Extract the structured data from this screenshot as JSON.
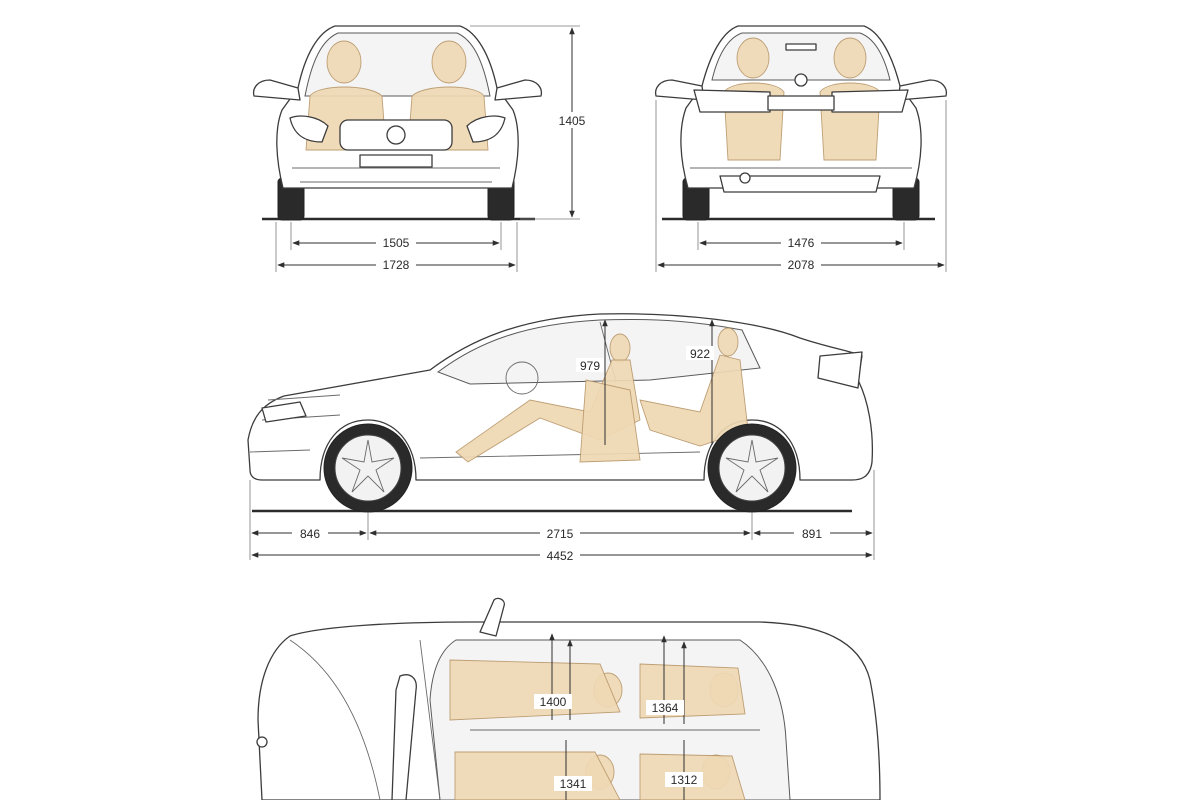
{
  "front_view": {
    "height": "1405",
    "track": "1505",
    "width": "1728"
  },
  "rear_view": {
    "track": "1476",
    "width_mirrors": "2078"
  },
  "side_view": {
    "front_headroom": "979",
    "rear_headroom": "922",
    "front_overhang": "846",
    "wheelbase": "2715",
    "rear_overhang": "891",
    "length": "4452"
  },
  "top_view": {
    "front_shoulder_room": "1400",
    "rear_shoulder_room": "1364",
    "front_elbow_room": "1341",
    "rear_elbow_room": "1312"
  },
  "colors": {
    "mannequin": "#efd9b4",
    "line": "#3c3c3c"
  }
}
